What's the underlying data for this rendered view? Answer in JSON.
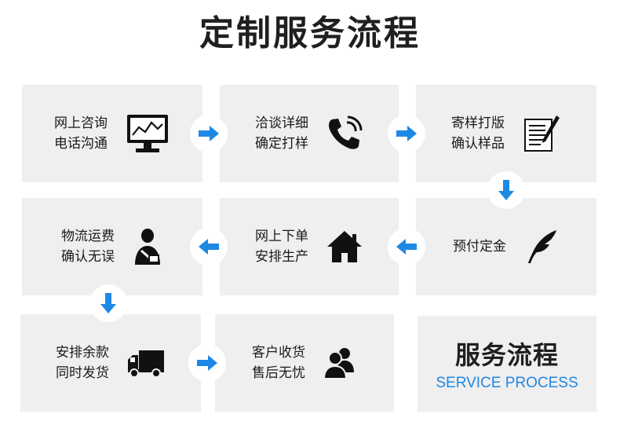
{
  "title": "定制服务流程",
  "steps": [
    {
      "line1": "网上咨询",
      "line2": "电话沟通",
      "icon": "monitor-chart-icon"
    },
    {
      "line1": "洽谈详细",
      "line2": "确定打样",
      "icon": "phone-icon"
    },
    {
      "line1": "寄样打版",
      "line2": "确认样品",
      "icon": "document-pen-icon"
    },
    {
      "line1": "预付定金",
      "line2": "",
      "icon": "quill-icon"
    },
    {
      "line1": "网上下单",
      "line2": "安排生产",
      "icon": "house-icon"
    },
    {
      "line1": "物流运费",
      "line2": "确认无误",
      "icon": "person-icon"
    },
    {
      "line1": "安排余款",
      "line2": "同时发货",
      "icon": "truck-icon"
    },
    {
      "line1": "客户收货",
      "line2": "售后无忧",
      "icon": "users-icon"
    }
  ],
  "final": {
    "title": "服务流程",
    "subtitle": "SERVICE PROCESS"
  },
  "colors": {
    "accent": "#1e88e5",
    "card": "#efefef",
    "text": "#1a1a1a"
  }
}
